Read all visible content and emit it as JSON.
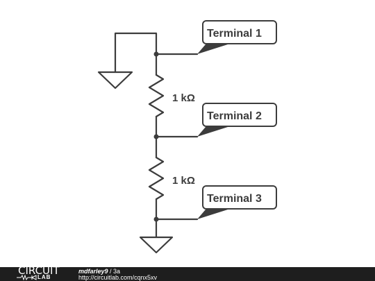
{
  "resistors": [
    {
      "label": "1 kΩ"
    },
    {
      "label": "1 kΩ"
    }
  ],
  "terminals": [
    {
      "label": "Terminal 1"
    },
    {
      "label": "Terminal 2"
    },
    {
      "label": "Terminal 3"
    }
  ],
  "footer": {
    "logo_top": "CIRCUIT",
    "logo_bottom": "LAB",
    "author": "mdfarley9",
    "separator": " / ",
    "title": "3a",
    "url": "http://circuitlab.com/cqnx5xv"
  }
}
